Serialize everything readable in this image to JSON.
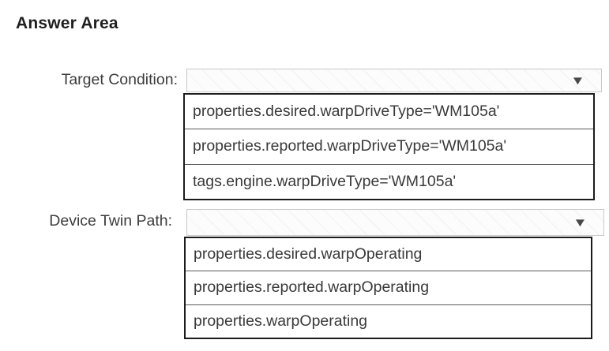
{
  "panel": {
    "title": "Answer Area"
  },
  "icons": {
    "chevron_down": "▼"
  },
  "colors": {
    "options_box_border": "#1b1b1b",
    "option_divider": "#5a5a5a",
    "dropdown_border": "#c9c9c9",
    "text": "#3a3a3a",
    "heading_text": "#1f1f1f",
    "arrow": "#4a4a4a",
    "background": "#ffffff"
  },
  "fields": [
    {
      "label": "Target Condition:",
      "value": "",
      "options": [
        "properties.desired.warpDriveType='WM105a'",
        "properties.reported.warpDriveType='WM105a'",
        "tags.engine.warpDriveType='WM105a'"
      ]
    },
    {
      "label": "Device Twin Path:",
      "value": "",
      "options": [
        "properties.desired.warpOperating",
        "properties.reported.warpOperating",
        "properties.warpOperating"
      ]
    }
  ]
}
